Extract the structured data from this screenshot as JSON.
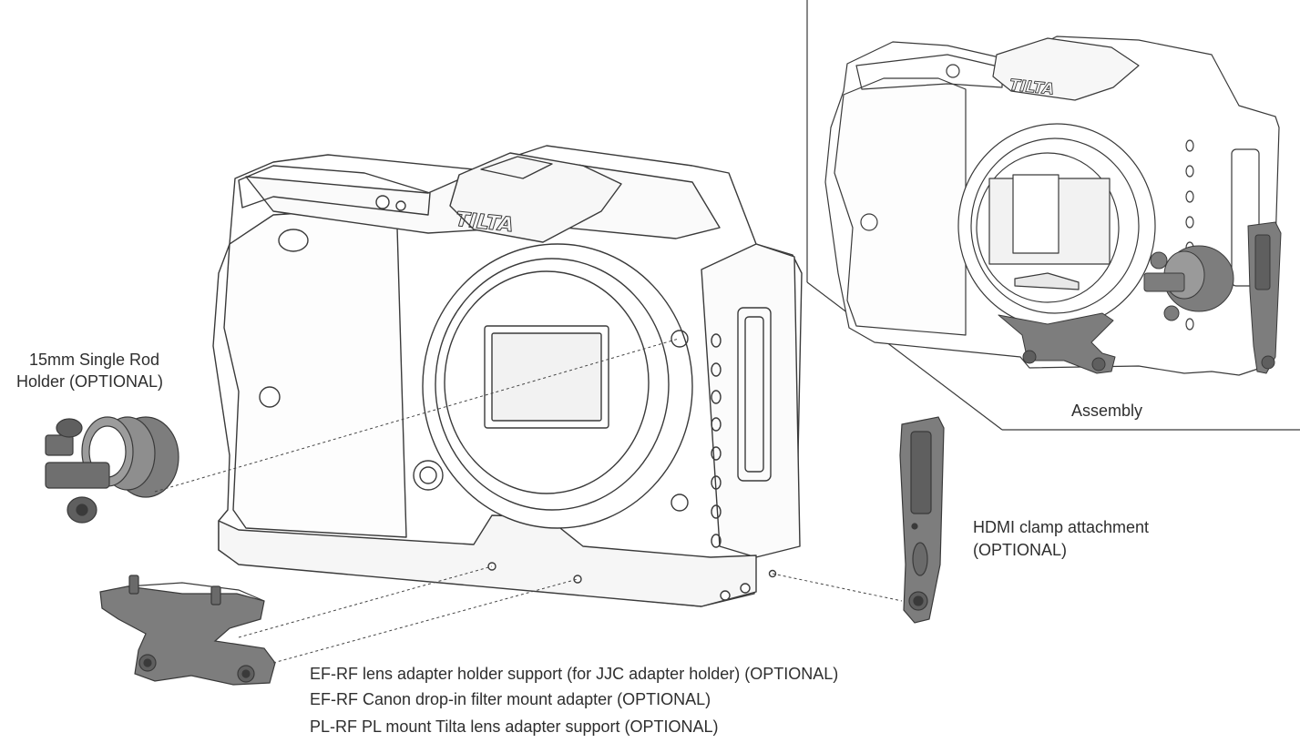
{
  "labels": {
    "rod_holder": [
      "15mm Single Rod",
      "Holder (OPTIONAL)"
    ],
    "hdmi_clamp": [
      "HDMI clamp attachment",
      "(OPTIONAL)"
    ],
    "adapter_supports": [
      "EF-RF lens adapter holder support (for JJC adapter holder) (OPTIONAL)",
      "EF-RF Canon drop-in filter mount adapter (OPTIONAL)",
      "PL-RF PL mount Tilta lens adapter support (OPTIONAL)"
    ],
    "assembly": "Assembly"
  },
  "branding": {
    "cage_logo": "TILTA"
  },
  "colors": {
    "line_art": "#3a3a3a",
    "accessory_fill": "#7d7d7d",
    "accessory_dark": "#5f5f5f",
    "background": "#ffffff"
  }
}
